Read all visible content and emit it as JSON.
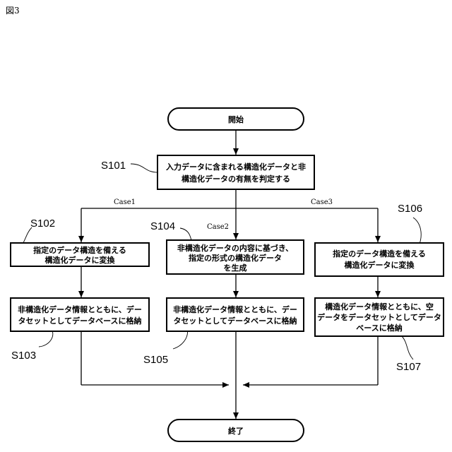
{
  "figure_label": "図3",
  "nodes": {
    "start": [
      "開始"
    ],
    "s101": [
      "入力データに含まれる構造化データと非",
      "構造化データの有無を判定する"
    ],
    "s102": [
      "指定のデータ構造を備える",
      "構造化データに変換"
    ],
    "s104": [
      "非構造化データの内容に基づき、",
      "指定の形式の構造化データ",
      "を生成"
    ],
    "s106": [
      "指定のデータ構造を備える",
      "構造化データに変換"
    ],
    "s103": [
      "非構造化データ情報とともに、デー",
      "タセットとしてデータベースに格納"
    ],
    "s105": [
      "非構造化データ情報とともに、デー",
      "タセットとしてデータベースに格納"
    ],
    "s107": [
      "構造化データ情報とともに、空",
      "データをデータセットとしてデータ",
      "ベースに格納"
    ],
    "end": [
      "終了"
    ]
  },
  "step_labels": {
    "s101": "S101",
    "s102": "S102",
    "s103": "S103",
    "s104": "S104",
    "s105": "S105",
    "s106": "S106",
    "s107": "S107"
  },
  "case_labels": {
    "case1": "Case1",
    "case2": "Case2",
    "case3": "Case3"
  }
}
